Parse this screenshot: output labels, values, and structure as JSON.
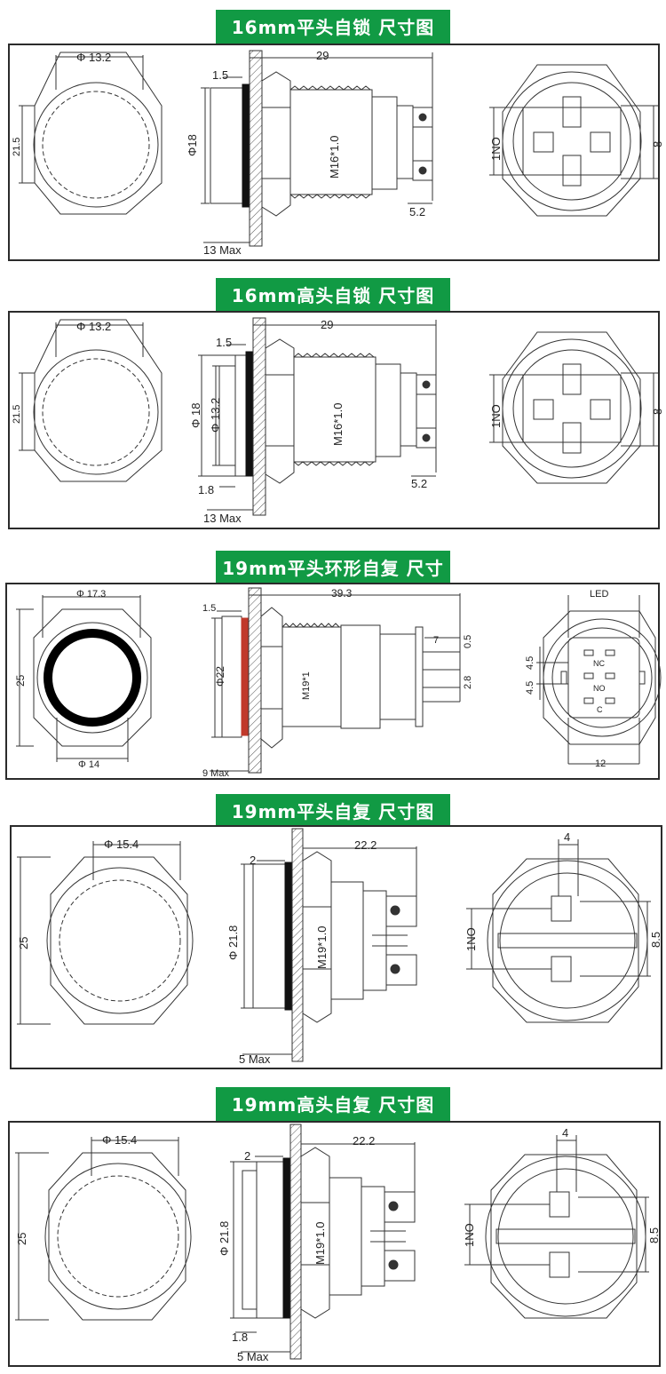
{
  "sections": [
    {
      "title": "16mm平头自锁  尺寸图",
      "front_dia": "Φ 13.2",
      "front_height": "21.5",
      "side_dia": "Φ18",
      "side_dia2": "",
      "thread": "M16*1.0",
      "length": "29",
      "head_thk": "1.5",
      "head_thk2": "",
      "panel_max": "13 Max",
      "terminal_w": "5.2",
      "back_left": "1NO",
      "back_right": "8"
    },
    {
      "title": "16mm高头自锁  尺寸图",
      "front_dia": "Φ 13.2",
      "front_height": "21.5",
      "side_dia": "Φ 18",
      "side_dia2": "Φ 13.2",
      "thread": "M16*1.0",
      "length": "29",
      "head_thk": "1.5",
      "head_thk2": "1.8",
      "panel_max": "13 Max",
      "terminal_w": "5.2",
      "back_left": "1NO",
      "back_right": "8"
    },
    {
      "title": "19mm平头环形自复  尺寸图",
      "front_dia": "Φ 17.3",
      "front_dia_inner": "Φ 14",
      "front_height": "25",
      "side_dia": "Φ22",
      "thread": "M19*1",
      "length": "39.3",
      "head_thk": "1.5",
      "panel_max": "9 Max",
      "dim_7": "7",
      "dim_05": "0.5",
      "dim_28": "2.8",
      "back_top": "LED",
      "back_bottom": "12",
      "back_left1": "4.5",
      "back_left2": "4.5",
      "pin_nc": "NC",
      "pin_no": "NO",
      "pin_c": "C"
    },
    {
      "title": "19mm平头自复  尺寸图",
      "front_dia": "Φ 15.4",
      "front_height": "25",
      "side_dia": "Φ 21.8",
      "thread": "M19*1.0",
      "length": "22.2",
      "head_thk": "2",
      "head_thk2": "",
      "panel_max": "5 Max",
      "back_top": "4",
      "back_left": "1NO",
      "back_right": "8.5"
    },
    {
      "title": "19mm高头自复  尺寸图",
      "front_dia": "Φ 15.4",
      "front_height": "25",
      "side_dia": "Φ 21.8",
      "thread": "M19*1.0",
      "length": "22.2",
      "head_thk": "2",
      "head_thk2": "1.8",
      "panel_max": "5 Max",
      "back_top": "4",
      "back_left": "1NO",
      "back_right": "8.5"
    }
  ]
}
